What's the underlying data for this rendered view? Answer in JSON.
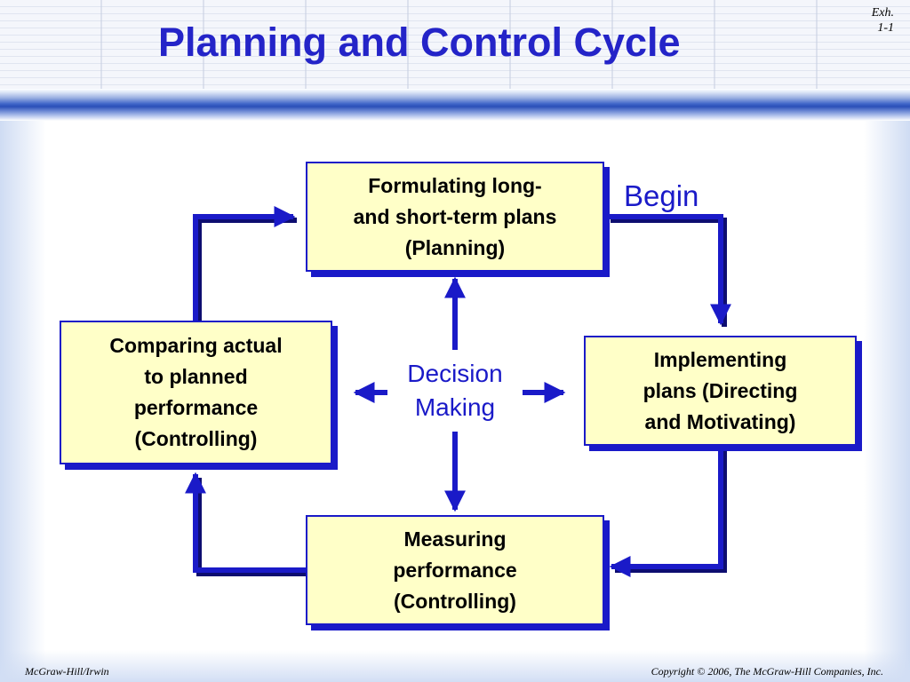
{
  "header": {
    "title": "Planning and Control Cycle",
    "exhibit": "Exh.\n1-1"
  },
  "diagram": {
    "boxes": {
      "planning": "Formulating long-\nand short-term plans\n(Planning)",
      "implementing": "Implementing\nplans (Directing\nand Motivating)",
      "measuring": "Measuring\nperformance\n(Controlling)",
      "comparing": "Comparing actual\nto planned\nperformance\n(Controlling)"
    },
    "begin_label": "Begin",
    "center_label": "Decision\nMaking",
    "colors": {
      "arrow": "#1a1ac8",
      "box_fill": "#ffffc8",
      "box_border": "#1a1ac8",
      "title": "#2424c8"
    }
  },
  "footer": {
    "left": "McGraw-Hill/Irwin",
    "right": "Copyright © 2006, The McGraw-Hill Companies, Inc."
  }
}
